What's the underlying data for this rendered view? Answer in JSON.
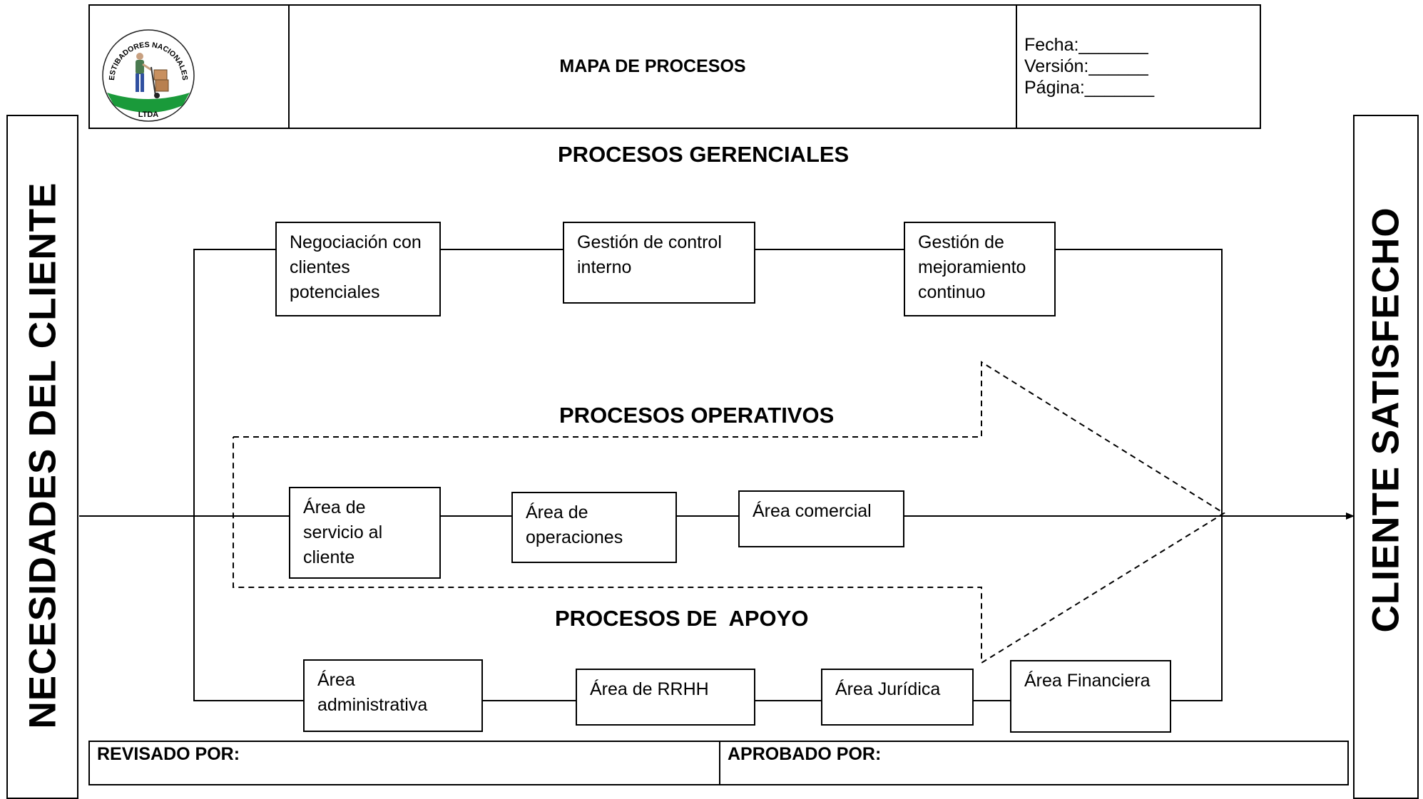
{
  "header": {
    "logo": {
      "arc_text": "ESTIBADORES NACIONALES",
      "bottom_text": "LTDA",
      "colors": {
        "ground": "#1a9a3a",
        "shirt": "#4a7a50",
        "pants": "#3050a0",
        "boxes": "#c89060"
      }
    },
    "title": "MAPA DE PROCESOS",
    "meta": {
      "fecha": "Fecha:_______",
      "version": "Versión:______",
      "pagina": "Página:_______"
    }
  },
  "left_label": "NECESIDADES DEL CLIENTE",
  "right_label": "CLIENTE SATISFECHO",
  "sections": {
    "gerenciales": {
      "title": "PROCESOS GERENCIALES",
      "boxes": [
        "Negociación con clientes potenciales",
        "Gestión de control interno",
        "Gestión de mejoramiento continuo"
      ]
    },
    "operativos": {
      "title": "PROCESOS OPERATIVOS",
      "boxes": [
        "Área de servicio al cliente",
        "Área de operaciones",
        "Área comercial"
      ]
    },
    "apoyo": {
      "title": "PROCESOS DE  APOYO",
      "boxes": [
        "Área administrativa",
        "Área de RRHH",
        "Área Jurídica",
        "Área Financiera"
      ]
    }
  },
  "footer": {
    "revisado": "REVISADO POR:",
    "aprobado": "APROBADO POR:"
  }
}
